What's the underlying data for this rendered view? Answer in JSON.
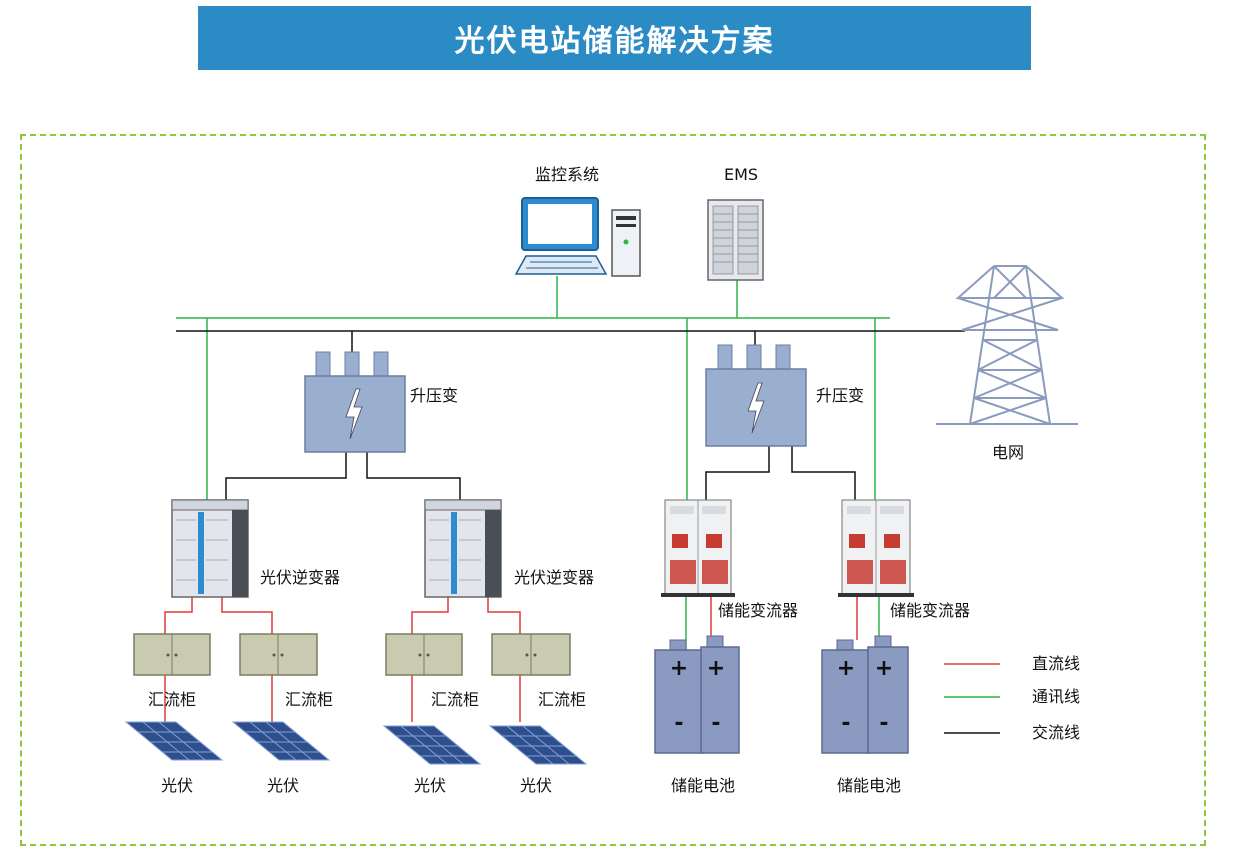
{
  "title": "光伏电站储能解决方案",
  "labels": {
    "monitor": "监控系统",
    "ems": "EMS",
    "grid": "电网",
    "transformer": "升压变",
    "pv_inverter": "光伏逆变器",
    "pcs": "储能变流器",
    "combiner": "汇流柜",
    "pv": "光伏",
    "battery": "储能电池",
    "plus": "+",
    "minus": "-"
  },
  "legend": [
    {
      "label": "直流线",
      "color": "#e03a3a"
    },
    {
      "label": "通讯线",
      "color": "#2fb34a"
    },
    {
      "label": "交流线",
      "color": "#111111"
    }
  ],
  "colors": {
    "title_bg": "#2b8bc4",
    "frame": "#8cc63f",
    "dc_line": "#e03a3a",
    "comm_line": "#2fb34a",
    "ac_line": "#111111",
    "transformer": "#9aaed0",
    "combiner": "#c9cbb0",
    "battery": "#8b9ac0",
    "solar_panel": "#2f4f8c"
  }
}
